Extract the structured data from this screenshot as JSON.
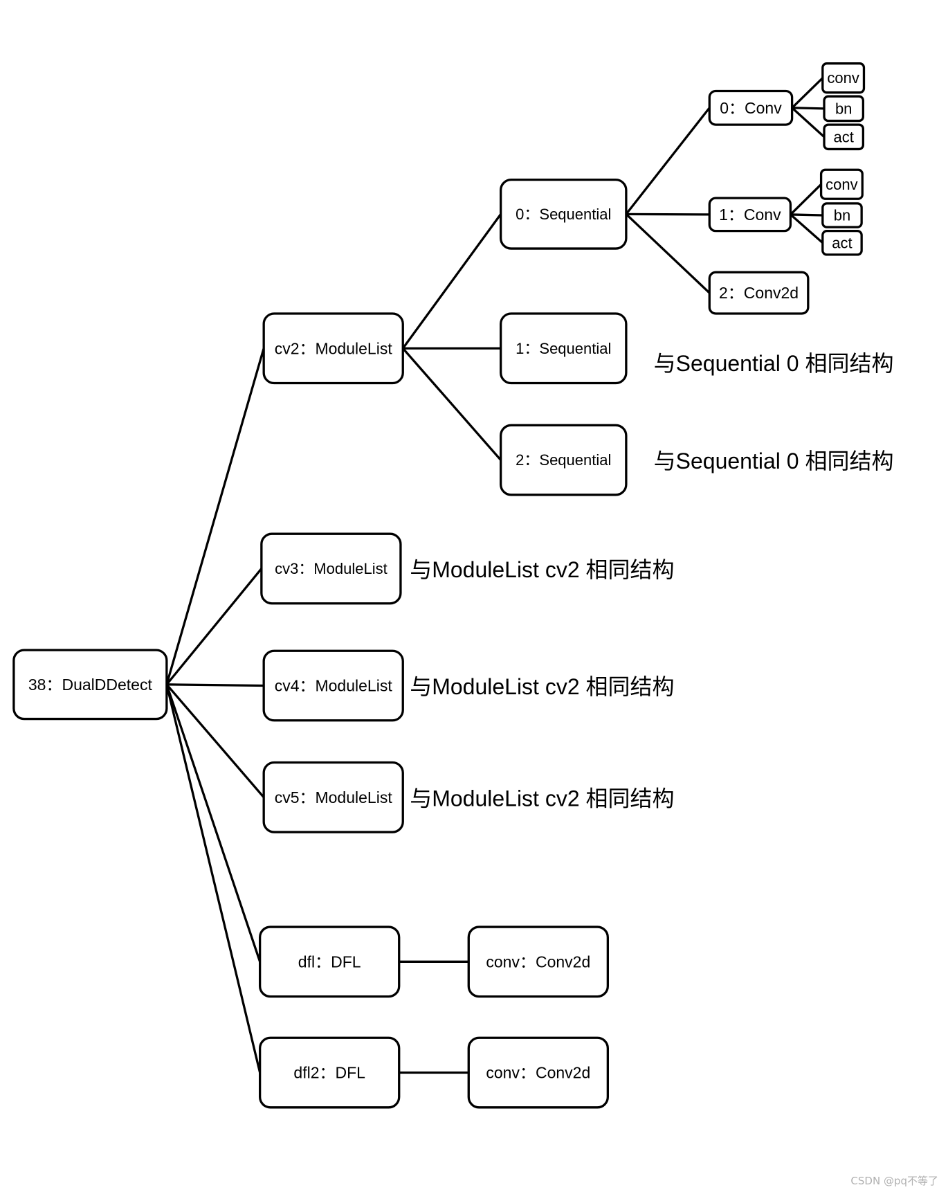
{
  "nodes": [
    {
      "id": "root",
      "label": "38：DualDDetect"
    },
    {
      "id": "cv2",
      "label": "cv2：ModuleList"
    },
    {
      "id": "cv3",
      "label": "cv3：ModuleList"
    },
    {
      "id": "cv4",
      "label": "cv4：ModuleList"
    },
    {
      "id": "cv5",
      "label": "cv5：ModuleList"
    },
    {
      "id": "dfl",
      "label": "dfl：DFL"
    },
    {
      "id": "dfl2",
      "label": "dfl2：DFL"
    },
    {
      "id": "seq0",
      "label": "0：Sequential"
    },
    {
      "id": "seq1",
      "label": "1：Sequential"
    },
    {
      "id": "seq2",
      "label": "2：Sequential"
    },
    {
      "id": "dfl_conv",
      "label": "conv：Conv2d"
    },
    {
      "id": "dfl2_conv",
      "label": "conv：Conv2d"
    },
    {
      "id": "conv0",
      "label": "0：Conv"
    },
    {
      "id": "conv1",
      "label": "1：Conv"
    },
    {
      "id": "conv2d",
      "label": "2：Conv2d"
    },
    {
      "id": "c0_conv",
      "label": "conv"
    },
    {
      "id": "c0_bn",
      "label": "bn"
    },
    {
      "id": "c0_act",
      "label": "act"
    },
    {
      "id": "c1_conv",
      "label": "conv"
    },
    {
      "id": "c1_bn",
      "label": "bn"
    },
    {
      "id": "c1_act",
      "label": "act"
    }
  ],
  "edges": [
    [
      "root",
      "cv2"
    ],
    [
      "root",
      "cv3"
    ],
    [
      "root",
      "cv4"
    ],
    [
      "root",
      "cv5"
    ],
    [
      "root",
      "dfl"
    ],
    [
      "root",
      "dfl2"
    ],
    [
      "cv2",
      "seq0"
    ],
    [
      "cv2",
      "seq1"
    ],
    [
      "cv2",
      "seq2"
    ],
    [
      "seq0",
      "conv0"
    ],
    [
      "seq0",
      "conv1"
    ],
    [
      "seq0",
      "conv2d"
    ],
    [
      "conv0",
      "c0_conv"
    ],
    [
      "conv0",
      "c0_bn"
    ],
    [
      "conv0",
      "c0_act"
    ],
    [
      "conv1",
      "c1_conv"
    ],
    [
      "conv1",
      "c1_bn"
    ],
    [
      "conv1",
      "c1_act"
    ],
    [
      "dfl",
      "dfl_conv"
    ],
    [
      "dfl2",
      "dfl2_conv"
    ]
  ],
  "notes": [
    {
      "id": "note_seq1",
      "text": "与Sequential 0 相同结构"
    },
    {
      "id": "note_seq2",
      "text": "与Sequential 0 相同结构"
    },
    {
      "id": "note_cv3",
      "text": "与ModuleList cv2 相同结构"
    },
    {
      "id": "note_cv4",
      "text": "与ModuleList cv2 相同结构"
    },
    {
      "id": "note_cv5",
      "text": "与ModuleList cv2 相同结构"
    }
  ],
  "watermark": "CSDN @pq不等了",
  "colors": {
    "stroke": "#000000",
    "background": "#ffffff",
    "watermark": "#b0b0b0"
  }
}
